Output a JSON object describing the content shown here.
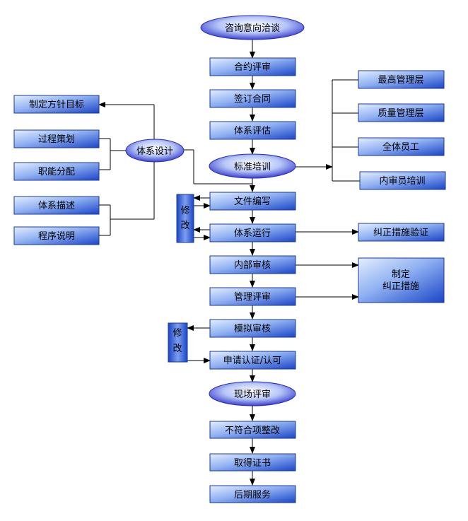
{
  "main_flow": {
    "consult": "咨询意向洽谈",
    "contract_review": "合约评审",
    "sign_contract": "签订合同",
    "system_eval": "体系评估",
    "standard_training": "标准培训",
    "document_writing": "文件编写",
    "system_operation": "体系运行",
    "internal_audit": "内部审核",
    "management_review": "管理评审",
    "mock_audit": "模拟审核",
    "apply_cert": "申请认证/认可",
    "onsite_review": "现场评审",
    "nonconformity": "不符合项整改",
    "get_certificate": "取得证书",
    "after_service": "后期服务"
  },
  "system_design": {
    "center": "体系设计",
    "set_objectives": "制定方针目标",
    "process_planning": "过程策划",
    "function_allocation": "职能分配",
    "system_description": "体系描述",
    "procedure_description": "程序说明"
  },
  "training_targets": {
    "top_management": "最高管理层",
    "quality_management": "质量管理层",
    "all_staff": "全体员工",
    "internal_auditor": "内审员培训"
  },
  "corrective": {
    "verify": "纠正措施验证",
    "formulate_line1": "制定",
    "formulate_line2": "纠正措施"
  },
  "revise": {
    "char1": "修",
    "char2": "改"
  },
  "colors": {
    "box_light": "#dce8fb",
    "box_dark": "#1a45c8",
    "line": "#000000"
  }
}
